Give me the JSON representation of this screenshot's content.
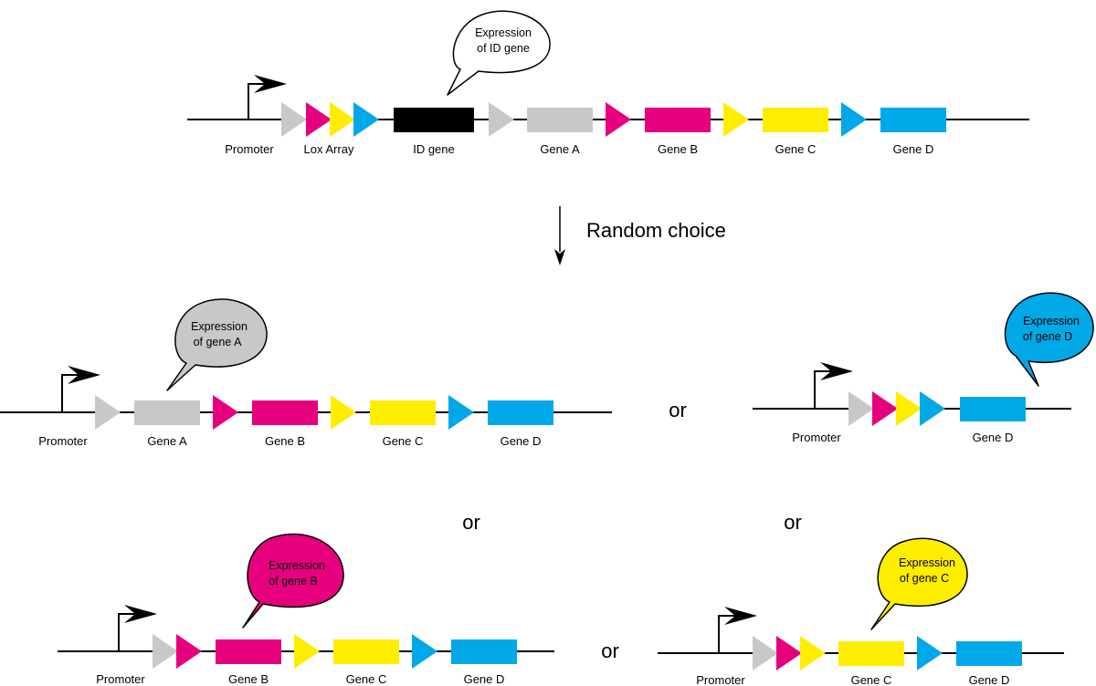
{
  "colors": {
    "grey": "#c8c8c8",
    "magenta": "#e6007e",
    "yellow": "#ffed00",
    "cyan": "#00a8e8",
    "black": "#000000"
  },
  "random_choice_label": "Random choice",
  "or_label": "or",
  "constructs": {
    "top": {
      "promoter": "Promoter",
      "lox_array": "Lox Array",
      "id_gene": "ID gene",
      "gene_a": "Gene A",
      "gene_b": "Gene B",
      "gene_c": "Gene C",
      "gene_d": "Gene D",
      "bubble_line1": "Expression",
      "bubble_line2": "of ID gene"
    },
    "a": {
      "promoter": "Promoter",
      "gene_a": "Gene A",
      "gene_b": "Gene B",
      "gene_c": "Gene C",
      "gene_d": "Gene D",
      "bubble_line1": "Expression",
      "bubble_line2": "of gene A"
    },
    "d": {
      "promoter": "Promoter",
      "gene_d": "Gene D",
      "bubble_line1": "Expression",
      "bubble_line2": "of gene D"
    },
    "b": {
      "promoter": "Promoter",
      "gene_b": "Gene B",
      "gene_c": "Gene C",
      "gene_d": "Gene D",
      "bubble_line1": "Expression",
      "bubble_line2": "of gene B"
    },
    "c": {
      "promoter": "Promoter",
      "gene_c": "Gene C",
      "gene_d": "Gene D",
      "bubble_line1": "Expression",
      "bubble_line2": "of gene C"
    }
  }
}
